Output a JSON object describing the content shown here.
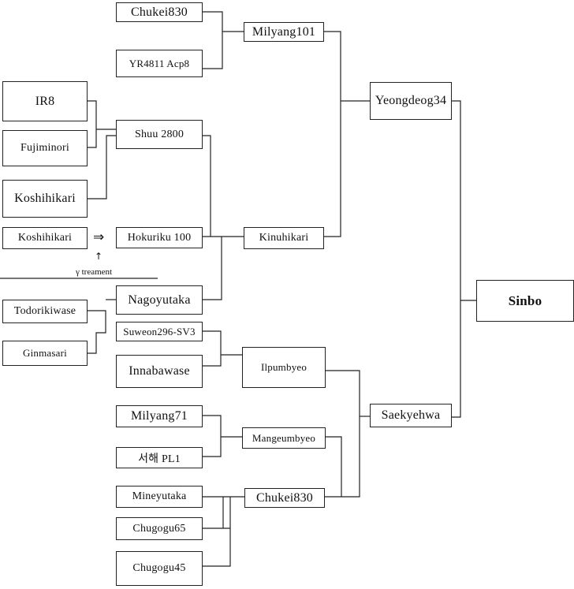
{
  "nodes": {
    "chukei830_top": "Chukei830",
    "yr4811": "YR4811  Acp8",
    "milyang101": "Milyang101",
    "ir8": "IR8",
    "fujiminori": "Fujiminori",
    "koshihikari_a": "Koshihikari",
    "shuu2800": "Shuu 2800",
    "koshihikari_b": "Koshihikari",
    "hokuriku100": "Hokuriku  100",
    "kinuhikari": "Kinuhikari",
    "yeongdeog34": "Yeongdeog34",
    "nagoyutaka": "Nagoyutaka",
    "todorikiwase": "Todorikiwase",
    "ginmasari": "Ginmasari",
    "suweon296": "Suweon296-SV3",
    "innabawase": "Innabawase",
    "ilpumbyeo": "Ilpumbyeo",
    "sinbo": "Sinbo",
    "saekyehwa": "Saekyehwa",
    "milyang71": "Milyang71",
    "seohae": "서해  PL1",
    "mangeumbyeo": "Mangeumbyeo",
    "mineyutaka": "Mineyutaka",
    "chukei830_bottom": "Chukei830",
    "chugogu65": "Chugogu65",
    "chugogu45": "Chugogu45"
  },
  "annotations": {
    "arrow_right": "⇒",
    "arrow_up": "↑",
    "gamma_label": "γ  treament"
  }
}
